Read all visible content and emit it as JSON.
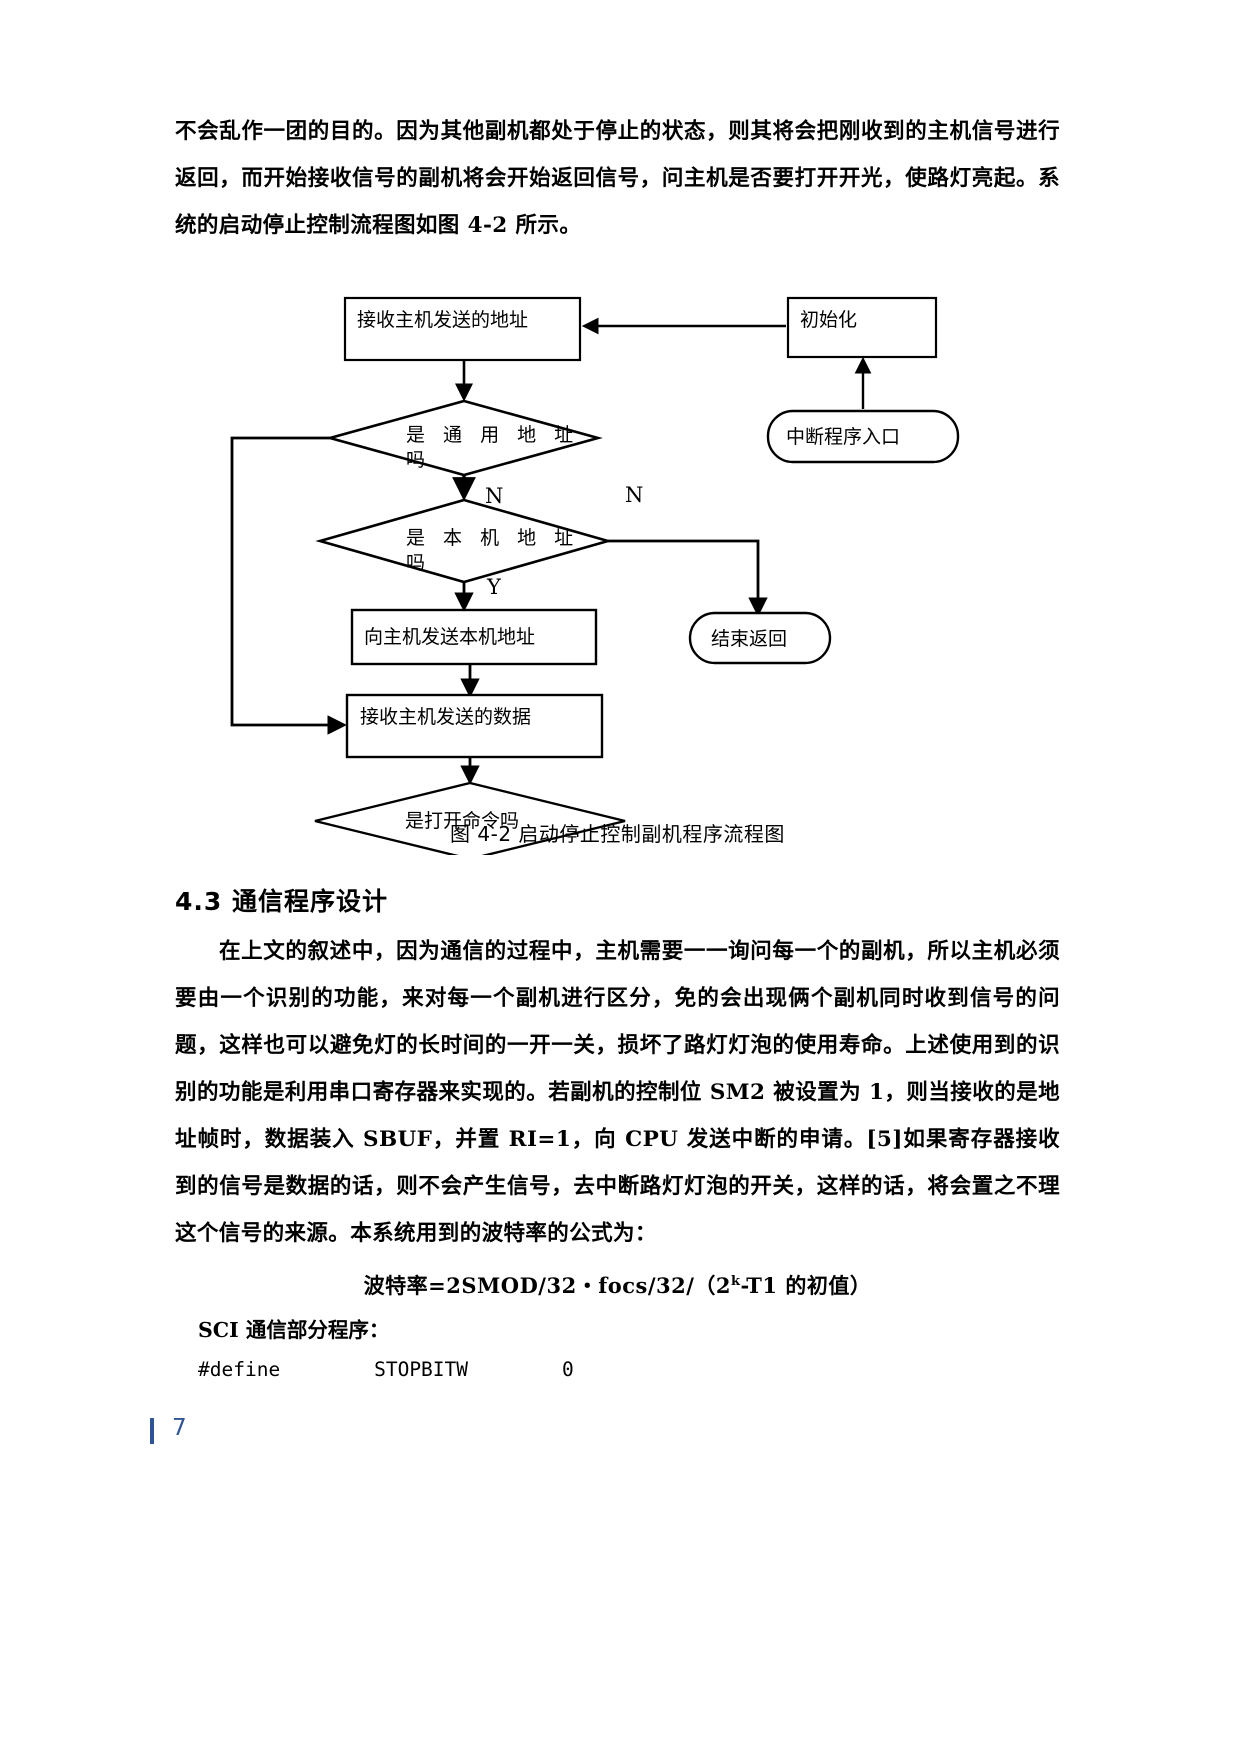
{
  "document": {
    "page_number": "7",
    "paragraph_1": "不会乱作一团的目的。因为其他副机都处于停止的状态，则其将会把刚收到的主机信号进行返回，而开始接收信号的副机将会开始返回信号，问主机是否要打开开光，使路灯亮起。系统的启动停止控制流程图如图 4-2 所示。",
    "section_heading": "4.3 通信程序设计",
    "paragraph_2": "在上文的叙述中，因为通信的过程中，主机需要一一询问每一个的副机，所以主机必须要由一个识别的功能，来对每一个副机进行区分，免的会出现俩个副机同时收到信号的问题，这样也可以避免灯的长时间的一开一关，损坏了路灯灯泡的使用寿命。上述使用到的识别的功能是利用串口寄存器来实现的。若副机的控制位 SM2 被设置为 1，则当接收的是地址帧时，数据装入 SBUF，并置 RI=1，向 CPU 发送中断的申请。[5]如果寄存器接收到的信号是数据的话，则不会产生信号，去中断路灯灯泡的开关，这样的话，将会置之不理这个信号的来源。本系统用到的波特率的公式为：",
    "formula_prefix": "波特率=2SMOD/32・focs/32/（2",
    "formula_sup": "k",
    "formula_suffix": "-T1 的初值）",
    "code_title": "SCI 通信部分程序：",
    "code_line": "#define        STOPBITW        0",
    "accent_color": "#2f5496"
  },
  "figure": {
    "caption": "图 4-2 启动停止控制副机程序流程图",
    "nodes": {
      "recv_addr": "接收主机发送的地址",
      "init": "初始化",
      "is_common_addr_l1": "是 通 用 地 址",
      "is_common_addr_l2": "吗",
      "interrupt_entry": "中断程序入口",
      "is_local_addr_l1": "是 本 机 地 址",
      "is_local_addr_l2": "吗",
      "send_local_addr": "向主机发送本机地址",
      "end_return": "结束返回",
      "recv_data": "接收主机发送的数据",
      "is_open_cmd": "是打开命令吗"
    },
    "edge_labels": {
      "n_top": "N",
      "n_right": "N",
      "y_mid": "Y"
    }
  }
}
